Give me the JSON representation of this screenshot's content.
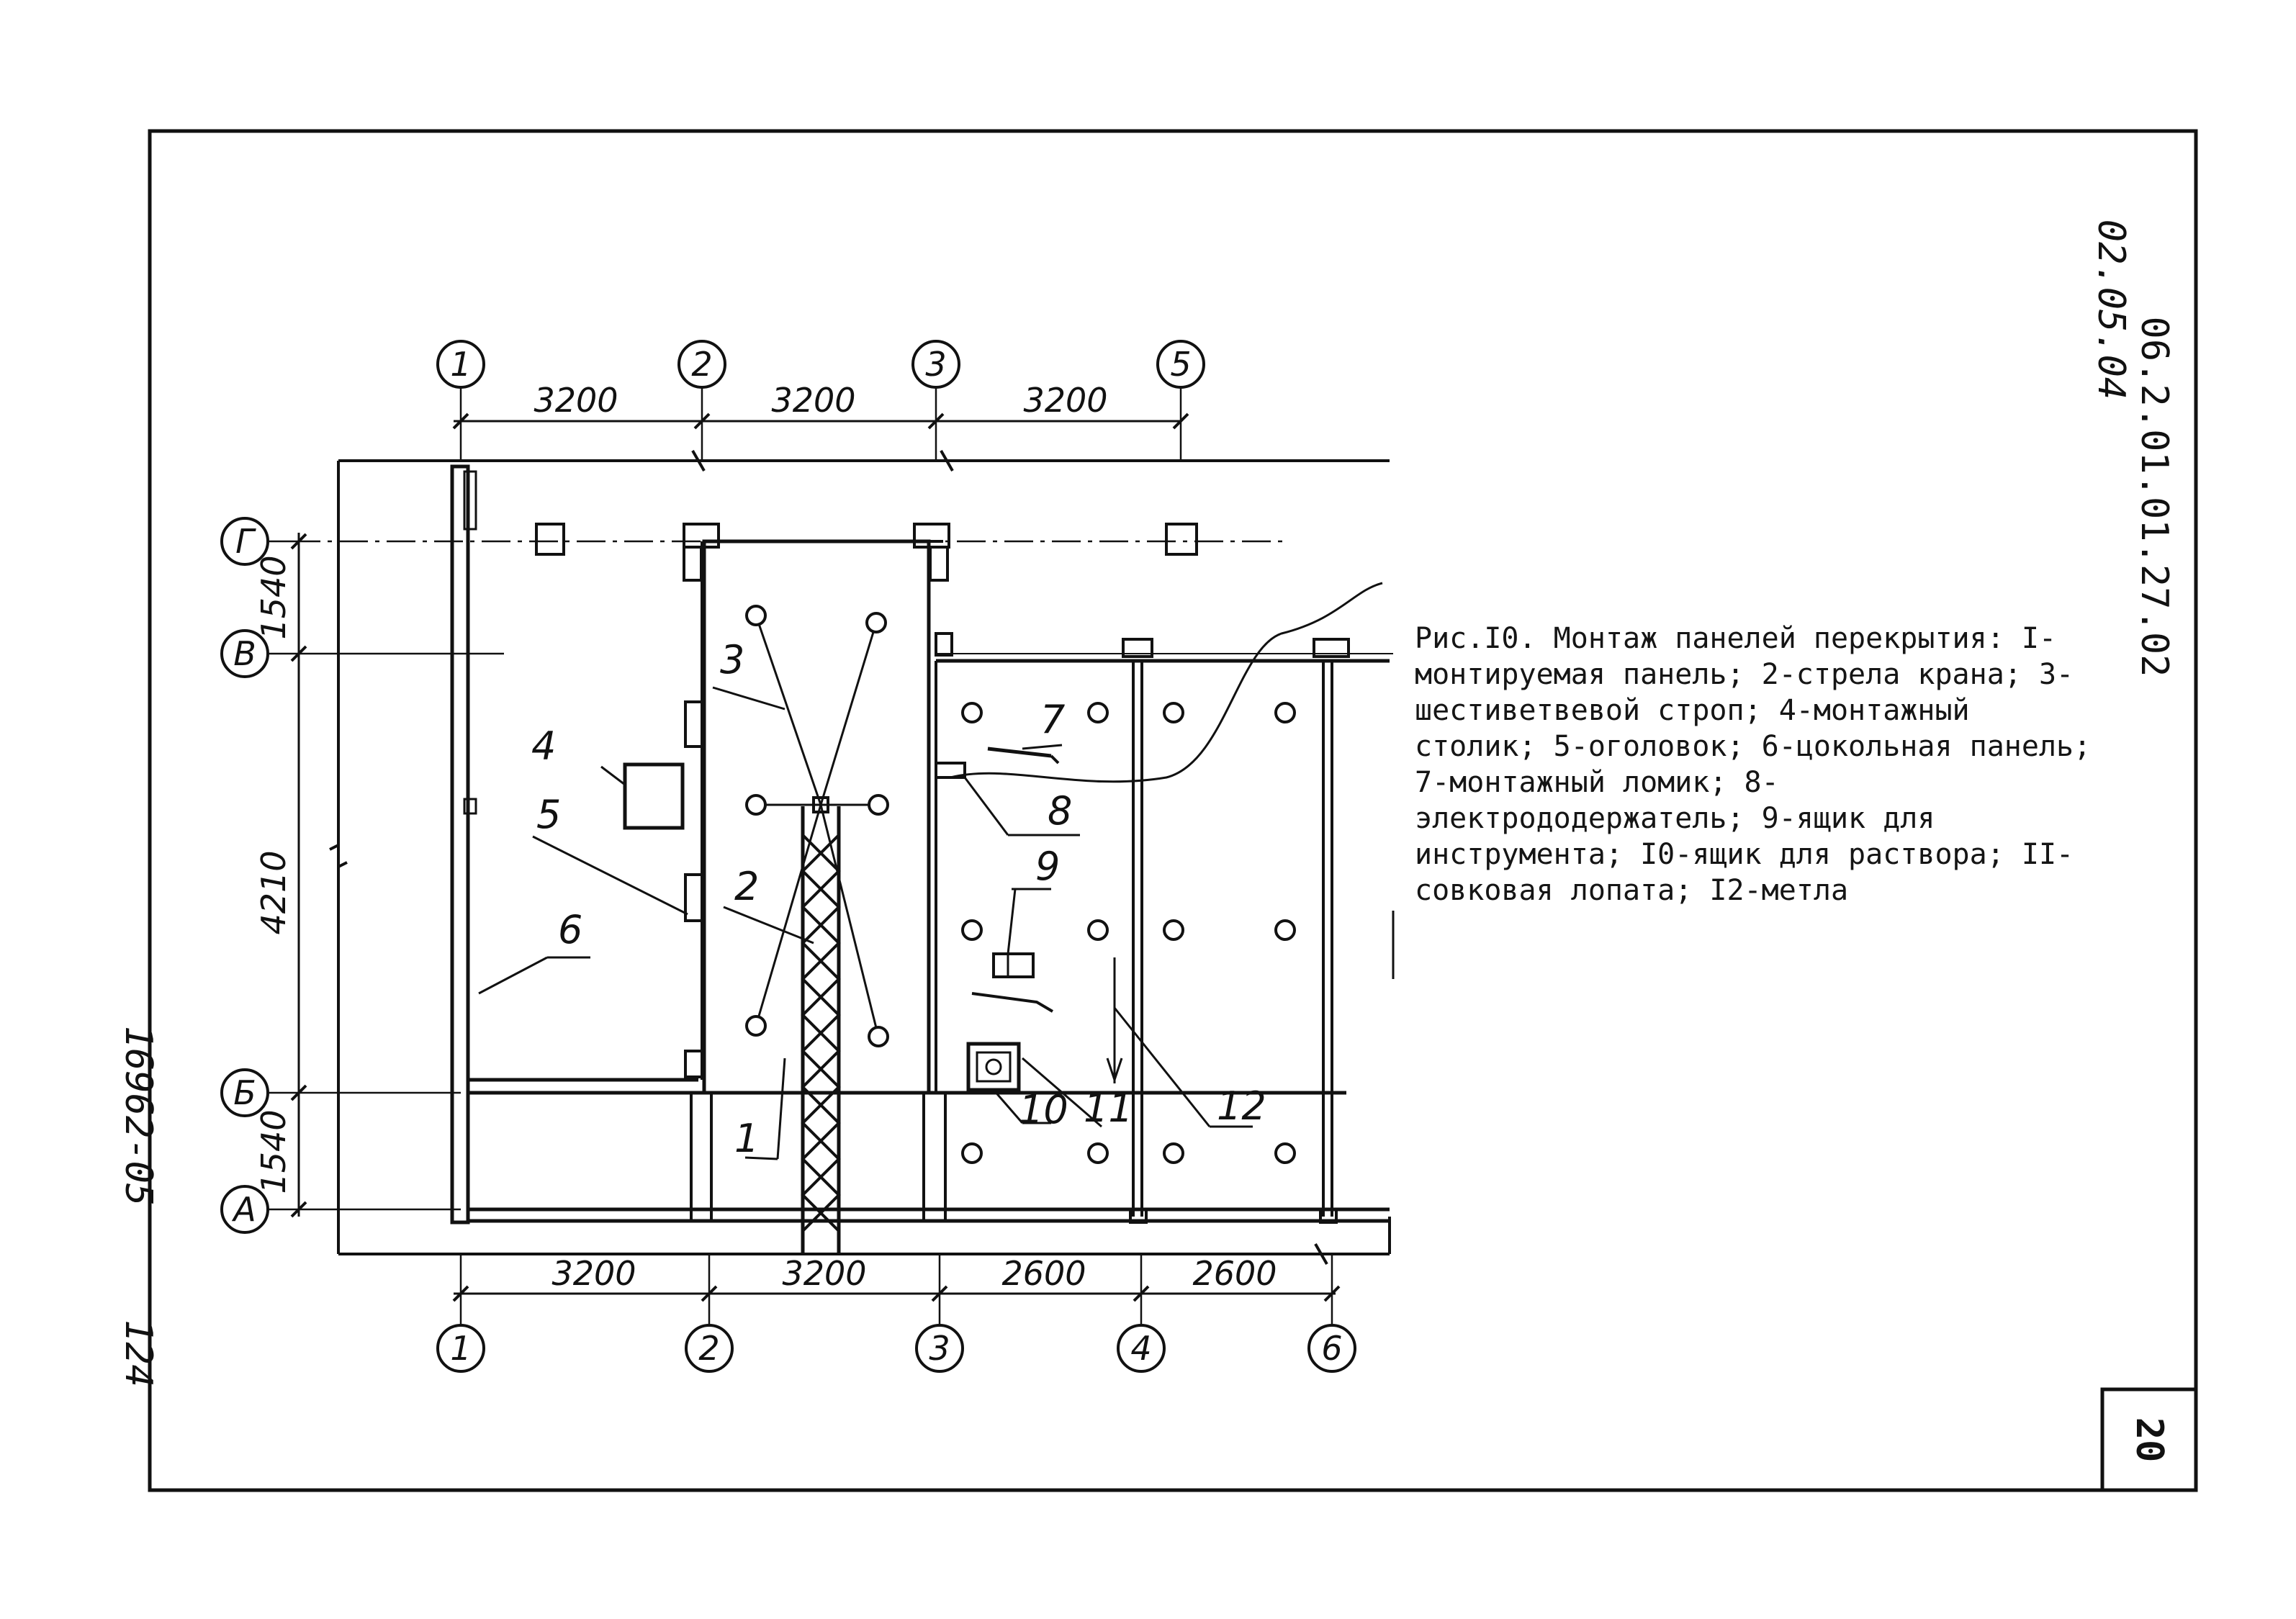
{
  "drawing": {
    "doc_code_line1": "06.2.01.01.27.02",
    "doc_code_line2": "02.05.04",
    "left_code": "16962-05",
    "page_number": "124",
    "sheet_number": "20"
  },
  "caption": "Рис.I0. Монтаж панелей перекрытия: I-монтируемая панель; 2-стрела крана; 3-шестиветвевой строп; 4-монтажный столик; 5-оголовок; 6-цокольная панель; 7-монтажный ломик; 8-электрододержатель; 9-ящик для инструмента; I0-ящик для раствора; II-совковая лопата; I2-метла",
  "axes": {
    "top": [
      "1",
      "2",
      "3",
      "5"
    ],
    "bottom": [
      "1",
      "2",
      "3",
      "4",
      "6"
    ],
    "left": [
      "Г",
      "В",
      "Б",
      "А"
    ]
  },
  "dimensions": {
    "top": [
      "3200",
      "3200",
      "3200"
    ],
    "bottom": [
      "3200",
      "3200",
      "2600",
      "2600"
    ],
    "left": [
      "1540",
      "4210",
      "1540"
    ]
  },
  "callouts": [
    "1",
    "2",
    "3",
    "4",
    "5",
    "6",
    "7",
    "8",
    "9",
    "10",
    "11",
    "12"
  ]
}
